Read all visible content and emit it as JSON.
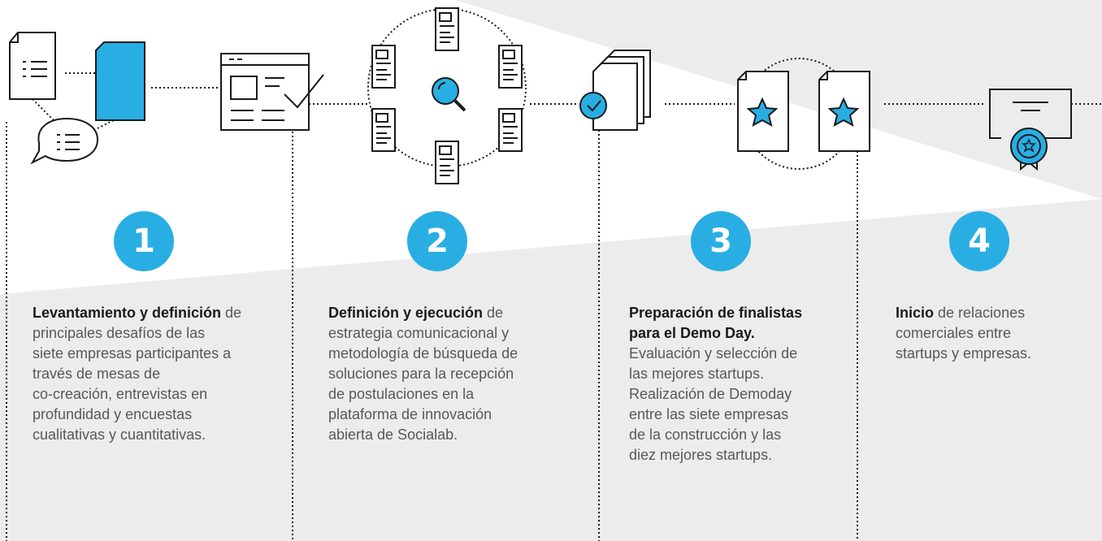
{
  "steps": [
    {
      "number": "1",
      "bold": "Levantamiento y definición",
      "rest": " de",
      "lines": [
        "principales desafíos de las",
        "siete empresas participantes a",
        "través de mesas de",
        "co-creación, entrevistas en",
        "profundidad y encuestas",
        "cualitativas y cuantitativas."
      ]
    },
    {
      "number": "2",
      "bold": "Definición y ejecución",
      "rest": " de",
      "lines": [
        "estrategia comunicacional y",
        "metodología de búsqueda de",
        "soluciones para la recepción",
        "de postulaciones en la",
        "plataforma de innovación",
        "abierta de Socialab."
      ]
    },
    {
      "number": "3",
      "bold": "Preparación de finalistas",
      "bold2": "para el Demo Day.",
      "lines": [
        "Evaluación y selección de",
        "las mejores startups.",
        "Realización de Demoday",
        "entre las siete empresas",
        "de la construcción y las",
        "diez mejores startups."
      ]
    },
    {
      "number": "4",
      "bold": "Inicio",
      "rest": " de relaciones",
      "lines": [
        "comerciales entre",
        "startups y empresas."
      ]
    }
  ],
  "colors": {
    "accent": "#29aee3",
    "background": "#ececec",
    "ink": "#1a1a1a"
  }
}
